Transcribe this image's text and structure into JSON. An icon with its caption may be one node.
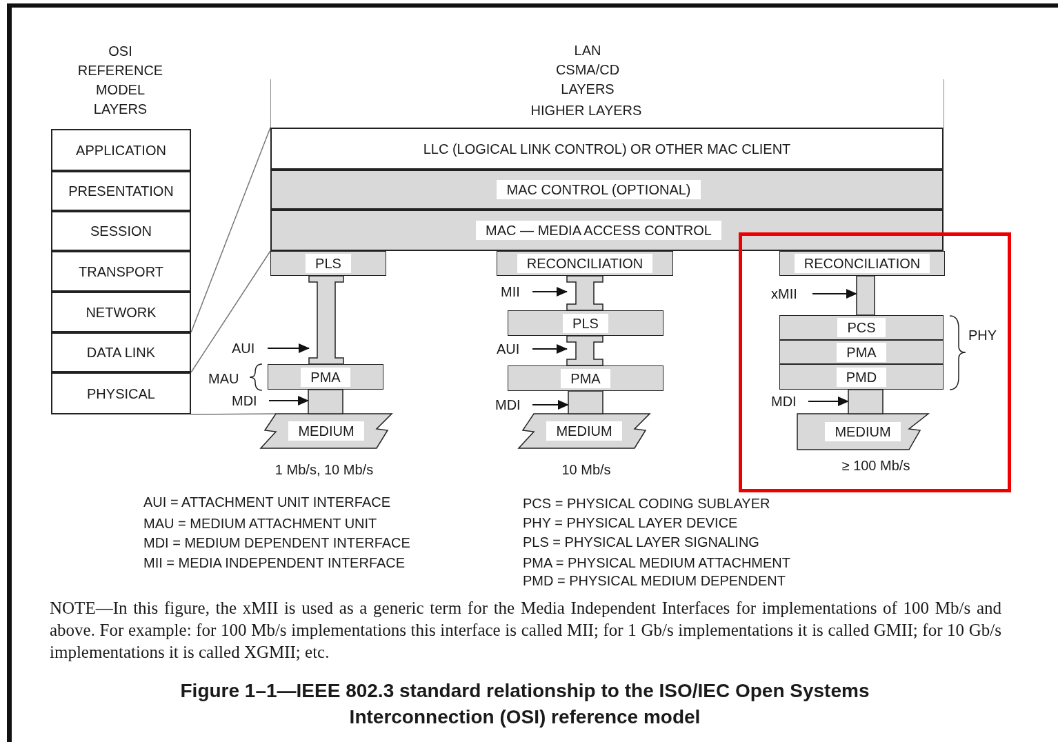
{
  "diagram": {
    "caption": "Figure 1–1—IEEE 802.3 standard relationship to the ISO/IEC Open Systems Interconnection (OSI) reference model",
    "nodes": [
      {
        "text": [
          "APPLICATION"
        ]
      },
      {
        "text": [
          "PRESENTATION"
        ]
      },
      {
        "text": [
          "SESSION"
        ]
      },
      {
        "text": [
          "TRANSPORT"
        ]
      },
      {
        "text": [
          "NETWORK"
        ]
      },
      {
        "text": [
          "DATA LINK"
        ]
      },
      {
        "text": [
          "PHYSICAL"
        ]
      },
      {
        "text": [
          "LLC (LOGICAL LINK CONTROL) OR OTHER MAC CLIENT"
        ]
      },
      {
        "text": [
          "MAC CONTROL (OPTIONAL)"
        ]
      },
      {
        "text": [
          "MAC — MEDIA ACCESS CONTROL"
        ]
      },
      {
        "text": [
          "PLS"
        ]
      },
      {
        "text": [
          "AUI"
        ]
      },
      {
        "text": [
          "PMA"
        ]
      },
      {
        "text": [
          "MDI"
        ]
      },
      {
        "text": [
          "MEDIUM"
        ]
      },
      {
        "text": [
          "RECONCILIATION"
        ]
      },
      {
        "text": [
          "MII"
        ]
      },
      {
        "text": [
          "PLS"
        ]
      },
      {
        "text": [
          "AUI"
        ]
      },
      {
        "text": [
          "PMA"
        ]
      },
      {
        "text": [
          "MDI"
        ]
      },
      {
        "text": [
          "MEDIUM"
        ]
      },
      {
        "text": [],
        "shape": "box"
      },
      {
        "text": [
          "RECONCILIATION"
        ],
        "in": 22
      },
      {
        "text": [
          "xMII"
        ],
        "in": 22
      },
      {
        "text": [
          "PCS"
        ],
        "in": 22
      },
      {
        "text": [
          "PMA"
        ],
        "in": 22
      },
      {
        "text": [
          "PMD"
        ],
        "in": 22
      },
      {
        "text": [
          "MDI"
        ],
        "in": 22
      },
      {
        "text": [
          "MEDIUM"
        ],
        "in": 22
      },
      {
        "text": [],
        "shape": "bar"
      },
      {
        "text": [],
        "shape": "bar"
      },
      {
        "text": [],
        "shape": "bar"
      },
      {
        "text": [],
        "shape": "bar"
      },
      {
        "text": [],
        "shape": "bar"
      },
      {
        "text": [],
        "shape": "bar",
        "in": 22
      },
      {
        "text": [],
        "shape": "bar",
        "in": 22
      }
    ],
    "edges": [
      {
        "from": 5,
        "to": 7,
        "arrow": "none",
        "color": "#777777"
      },
      {
        "from": 6,
        "to": 10,
        "arrow": "none",
        "color": "#777777"
      },
      {
        "from": 6,
        "to": 14,
        "arrow": "none",
        "color": "#777777"
      },
      {
        "from": 11,
        "to": 30,
        "arrow": "to"
      },
      {
        "from": 13,
        "to": 31,
        "arrow": "to"
      },
      {
        "from": 16,
        "to": 32,
        "arrow": "to"
      },
      {
        "from": 18,
        "to": 33,
        "arrow": "to"
      },
      {
        "from": 20,
        "to": 34,
        "arrow": "to"
      },
      {
        "from": 24,
        "to": 35,
        "arrow": "to"
      },
      {
        "from": 28,
        "to": 36,
        "arrow": "to"
      }
    ],
    "labels": [
      "OSI REFERENCE MODEL LAYERS",
      "LAN CSMA/CD LAYERS",
      "HIGHER LAYERS",
      "MAU",
      "1 Mb/s, 10 Mb/s",
      "10 Mb/s",
      "PHY",
      "≥ 100 Mb/s",
      "AUI = ATTACHMENT UNIT INTERFACE",
      "MAU = MEDIUM ATTACHMENT UNIT",
      "MDI = MEDIUM DEPENDENT INTERFACE",
      "MII = MEDIA INDEPENDENT INTERFACE",
      "PCS = PHYSICAL CODING SUBLAYER",
      "PHY = PHYSICAL LAYER DEVICE",
      "PLS = PHYSICAL LAYER SIGNALING",
      "PMA = PHYSICAL MEDIUM ATTACHMENT",
      "PMD = PHYSICAL MEDIUM DEPENDENT",
      "NOTE—In this figure, the xMII is used as a generic term for the Media Independent Interfaces for implementations of 100 Mb/s and above. For example: for 100 Mb/s implementations this interface is called MII; for 1 Gb/s implementations it is called GMII; for 10 Gb/s implementations it is called XGMII; etc."
    ]
  }
}
